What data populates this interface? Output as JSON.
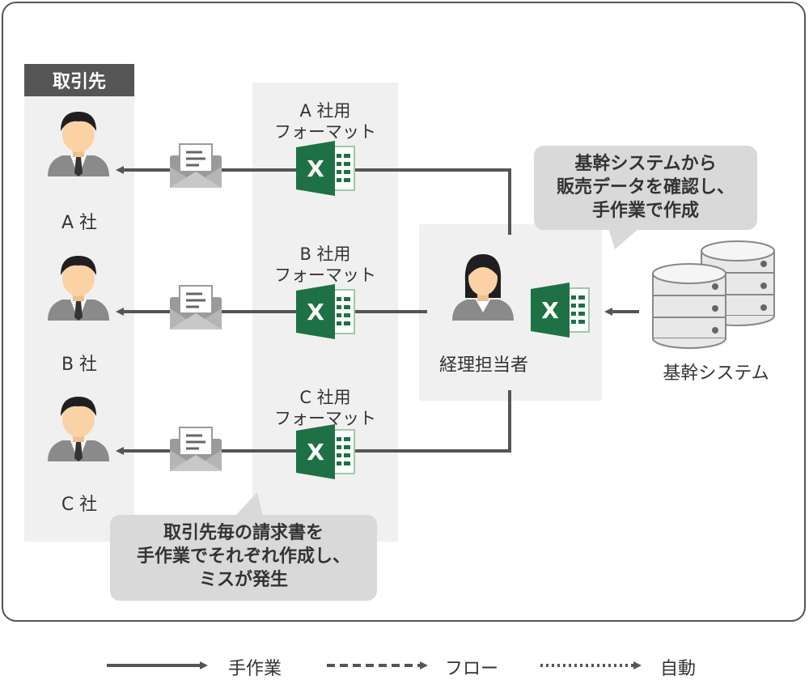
{
  "header": "取引先",
  "clients": [
    {
      "label": "A 社"
    },
    {
      "label": "B 社"
    },
    {
      "label": "C 社"
    }
  ],
  "formats": [
    {
      "line1": "A 社用",
      "line2": "フォーマット"
    },
    {
      "line1": "B 社用",
      "line2": "フォーマット"
    },
    {
      "line1": "C 社用",
      "line2": "フォーマット"
    }
  ],
  "accountant": "経理担当者",
  "system": "基幹システム",
  "bubble_right": {
    "line1": "基幹システムから",
    "line2": "販売データを確認し、",
    "line3": "手作業で作成"
  },
  "bubble_bottom": {
    "line1": "取引先毎の請求書を",
    "line2": "手作業でそれぞれ作成し、",
    "line3": "ミスが発生"
  },
  "legend": [
    {
      "style": "solid",
      "label": "手作業"
    },
    {
      "style": "dashed",
      "label": "フロー"
    },
    {
      "style": "dotted",
      "label": "自動"
    }
  ],
  "colors": {
    "line": "#555555",
    "panel": "#f0f0f0",
    "bubble": "#d9d9d9",
    "excel": "#1e7145",
    "skin": "#fbd2a5"
  }
}
